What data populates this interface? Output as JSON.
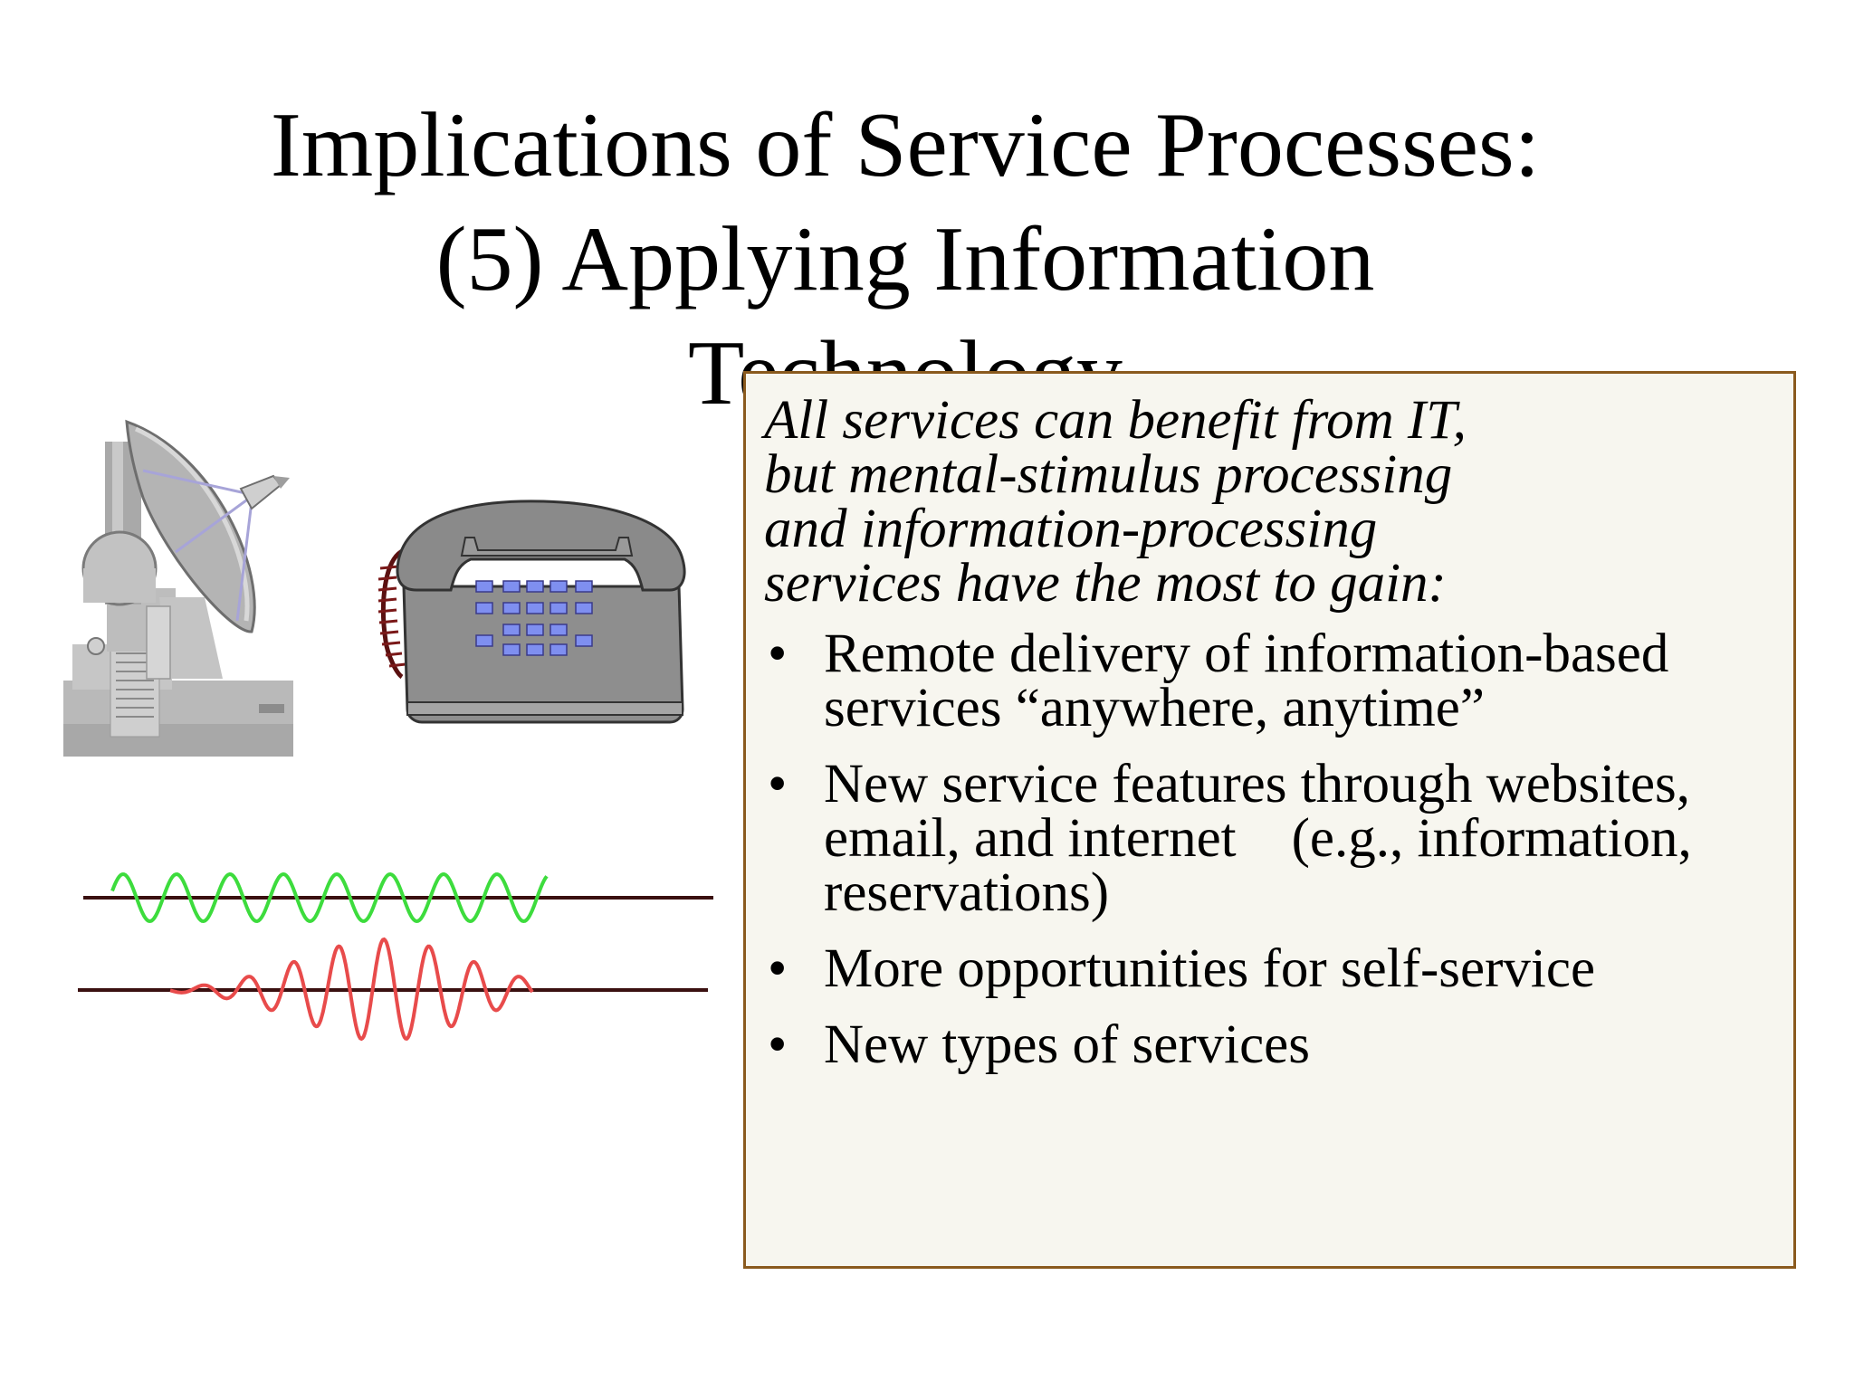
{
  "slide": {
    "title_lines": [
      "Implications of Service Processes:",
      "(5) Applying Information",
      "Technology"
    ],
    "callout": {
      "intro_lines": [
        "All services can benefit from IT,",
        "but mental-stimulus processing",
        "and information-processing",
        "services have the most to gain:"
      ],
      "bullet_glyph": "•",
      "bullets": [
        {
          "lines": [
            "Remote delivery of information-based",
            "services “anywhere, anytime”"
          ]
        },
        {
          "lines": [
            "New service features through websites,",
            "email, and internet    (e.g., information,",
            "reservations)"
          ]
        },
        {
          "lines": [
            "More opportunities for self-service"
          ]
        },
        {
          "lines": [
            "New types of services"
          ]
        }
      ]
    },
    "illustrations": {
      "dish_icon": "satellite-dish-icon",
      "phone_icon": "telephone-icon",
      "wave_icon": "signal-waveform-icon",
      "colors": {
        "box_fill": "#f7f6ef",
        "box_border": "#8a5a1e",
        "wave_green": "#3ddc3d",
        "wave_red": "#e84b4b",
        "keypad_blue": "#7f8ff0"
      }
    }
  }
}
